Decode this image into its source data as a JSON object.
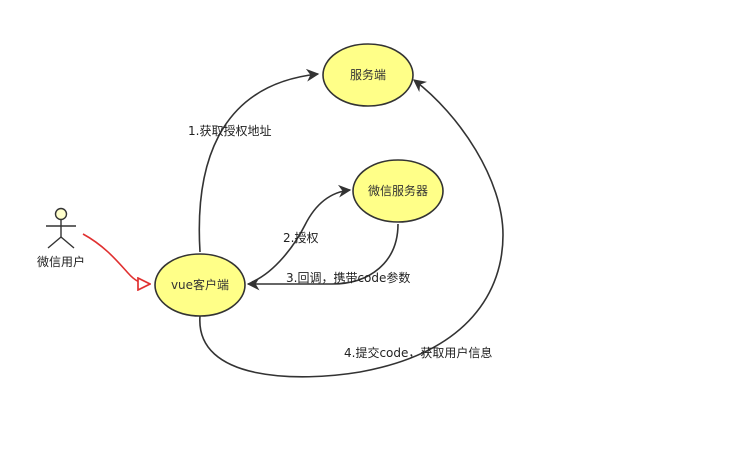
{
  "colors": {
    "node_fill": "#FFFF88",
    "node_stroke": "#333333",
    "edge": "#333333",
    "actor_edge": "#E03030",
    "actor_head": "#FFFFCC"
  },
  "actor": {
    "label": "微信用户",
    "icon": "stick-figure-icon"
  },
  "nodes": {
    "server": "服务端",
    "wechat_server": "微信服务器",
    "vue_client": "vue客户端"
  },
  "edges": {
    "get_auth_url": "1.获取授权地址",
    "authorize": "2.授权",
    "callback_code": "3.回调，携带code参数",
    "submit_code": "4.提交code，获取用户信息"
  }
}
